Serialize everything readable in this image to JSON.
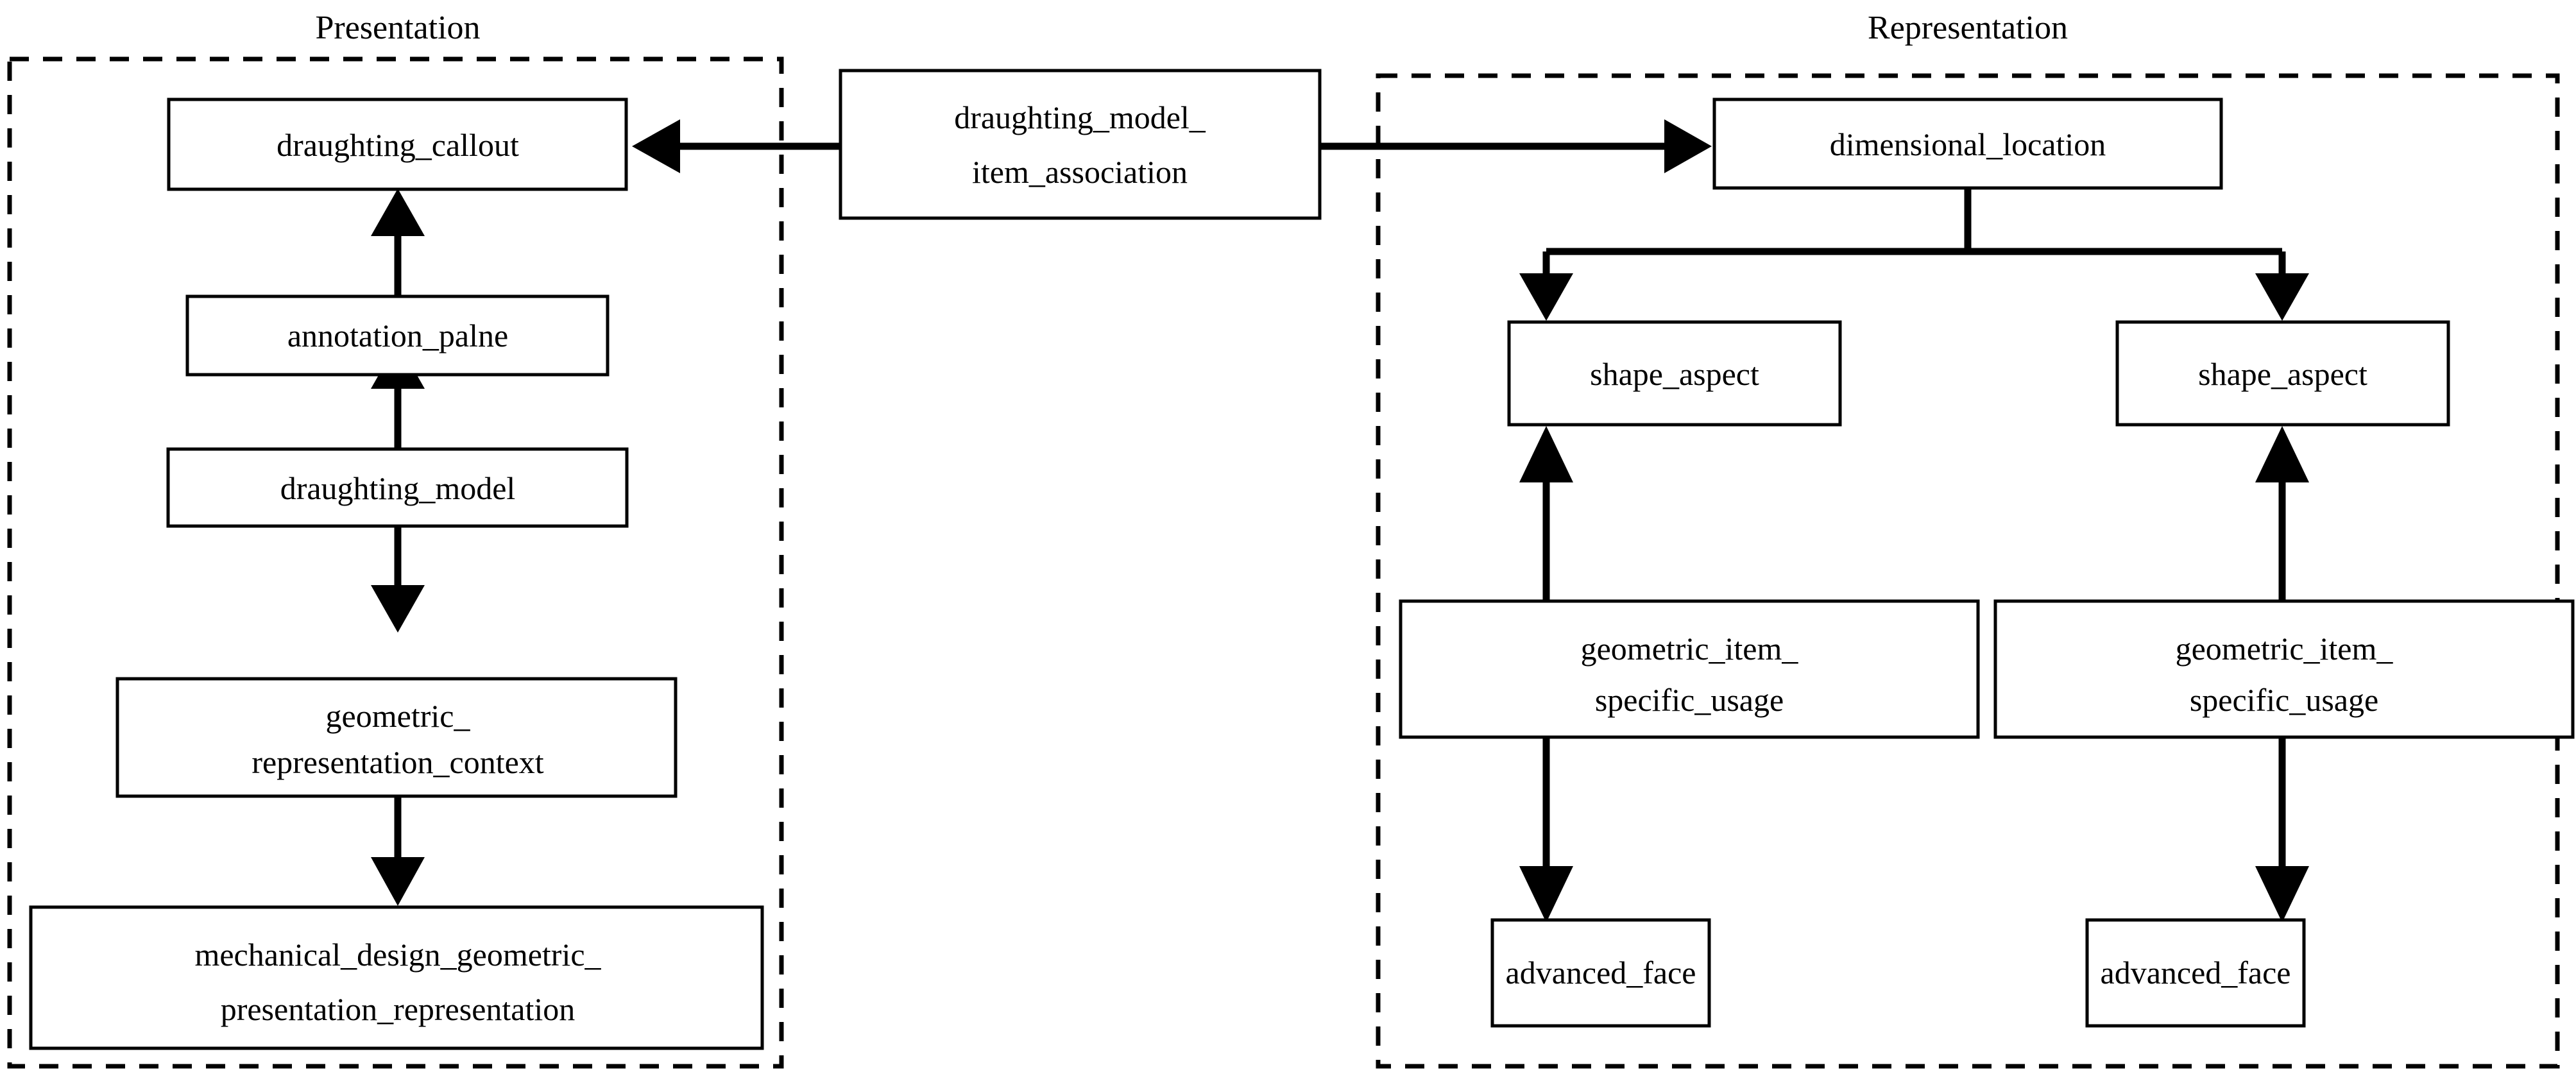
{
  "figure": {
    "type": "block-diagram",
    "background_color": "#ffffff",
    "line_color": "#000000",
    "groups": [
      {
        "id": "presentation",
        "title": "Presentation"
      },
      {
        "id": "representation",
        "title": "Representation"
      }
    ]
  },
  "nodes": {
    "draughting_callout": {
      "label": "draughting_callout"
    },
    "annotation_palne": {
      "label": "annotation_palne"
    },
    "draughting_model": {
      "label": "draughting_model"
    },
    "geometric_representation_context": {
      "line1": "geometric_",
      "line2": "representation_context"
    },
    "mechanical_design": {
      "line1": "mechanical_design_geometric_",
      "line2": "presentation_representation"
    },
    "draughting_model_item_association": {
      "line1": "draughting_model_",
      "line2": "item_association"
    },
    "dimensional_location": {
      "label": "dimensional_location"
    },
    "shape_aspect_left": {
      "label": "shape_aspect"
    },
    "shape_aspect_right": {
      "label": "shape_aspect"
    },
    "geometric_item_specific_usage_left": {
      "line1": "geometric_item_",
      "line2": "specific_usage"
    },
    "geometric_item_specific_usage_right": {
      "line1": "geometric_item_",
      "line2": "specific_usage"
    },
    "advanced_face_left": {
      "label": "advanced_face"
    },
    "advanced_face_right": {
      "label": "advanced_face"
    }
  },
  "edges": [
    {
      "from": "draughting_model_item_association",
      "to": "draughting_callout",
      "direction": "left"
    },
    {
      "from": "draughting_model_item_association",
      "to": "dimensional_location",
      "direction": "right"
    },
    {
      "from": "annotation_palne",
      "to": "draughting_callout",
      "direction": "up"
    },
    {
      "from": "draughting_model",
      "to": "annotation_palne",
      "direction": "up"
    },
    {
      "from": "draughting_model",
      "to": "geometric_representation_context",
      "direction": "down"
    },
    {
      "from": "geometric_representation_context",
      "to": "mechanical_design",
      "direction": "down"
    },
    {
      "from": "dimensional_location",
      "to": "shape_aspect_left",
      "direction": "down"
    },
    {
      "from": "dimensional_location",
      "to": "shape_aspect_right",
      "direction": "down"
    },
    {
      "from": "geometric_item_specific_usage_left",
      "to": "shape_aspect_left",
      "direction": "up"
    },
    {
      "from": "geometric_item_specific_usage_right",
      "to": "shape_aspect_right",
      "direction": "up"
    },
    {
      "from": "geometric_item_specific_usage_left",
      "to": "advanced_face_left",
      "direction": "down"
    },
    {
      "from": "geometric_item_specific_usage_right",
      "to": "advanced_face_right",
      "direction": "down"
    }
  ]
}
